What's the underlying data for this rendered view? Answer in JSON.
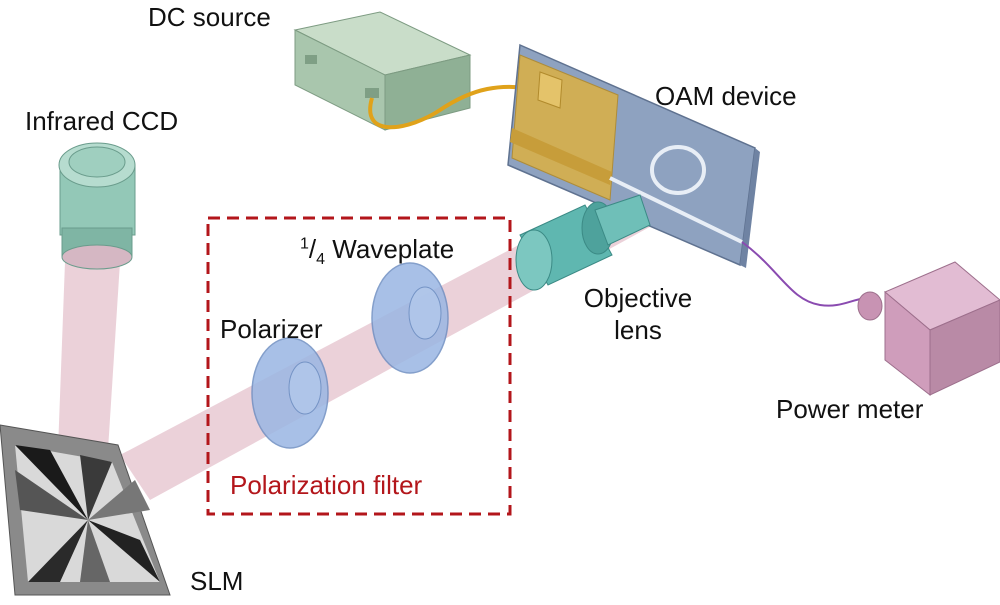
{
  "labels": {
    "dc_source": "DC source",
    "oam_device": "OAM device",
    "infrared_ccd": "Infrared CCD",
    "waveplate_num": "1",
    "waveplate_den": "4",
    "waveplate_word": "Waveplate",
    "objective_line1": "Objective",
    "objective_line2": "lens",
    "polarizer": "Polarizer",
    "power_meter": "Power meter",
    "polarization_filter": "Polarization filter",
    "slm": "SLM"
  },
  "colors": {
    "beam": "#e7c9d2",
    "dc_source_body": "#a9c6ad",
    "ccd_body": "#93c8b7",
    "objective_body": "#5fb7b0",
    "optics_blue": "#9ab6e3",
    "oam_chip": "#8ea2c0",
    "heater_gold": "#d8b04a",
    "power_meter_body": "#cf9dbb",
    "filter_box": "#b3161b",
    "slm_frame": "#6f6f6f",
    "fiber_purple": "#8a4bb0",
    "wire_gold": "#e0a21a"
  }
}
